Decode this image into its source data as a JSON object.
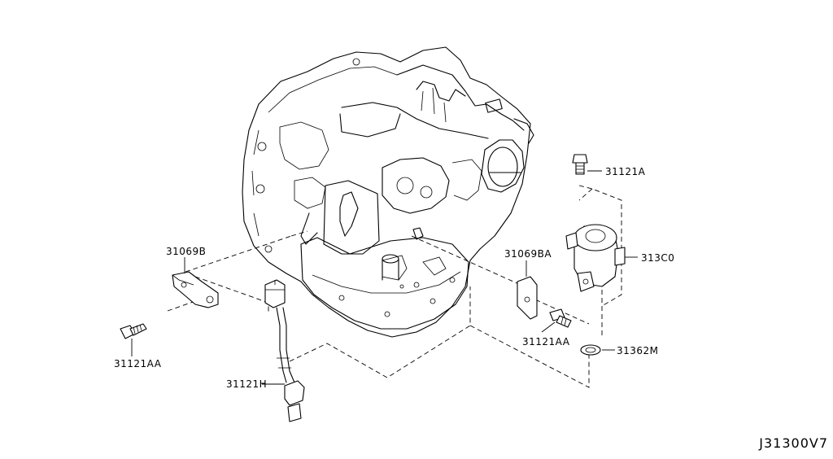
{
  "diagram_id": "J31300V7",
  "labels": {
    "bracket_left": "31069B",
    "bolt_left": "31121AA",
    "harness": "31121H",
    "bracket_right": "31069BA",
    "bolt_right": "31121AA",
    "bolt_top": "31121A",
    "solenoid_unit": "313C0",
    "washer": "31362M"
  }
}
